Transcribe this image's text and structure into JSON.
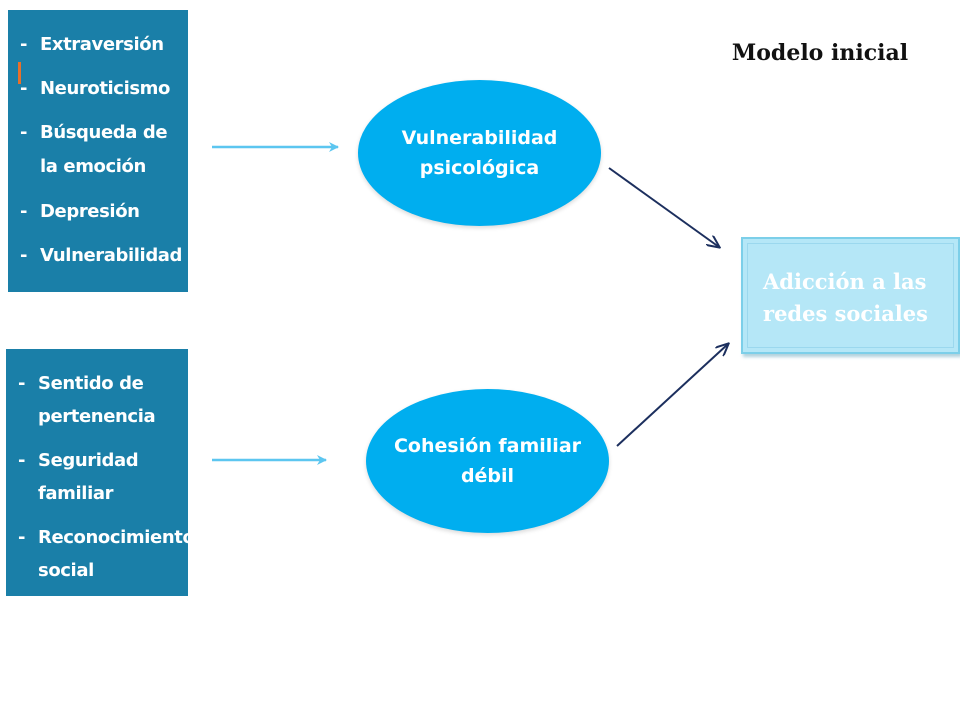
{
  "diagram": {
    "title": "Modelo inicial",
    "left_boxes": [
      {
        "items": [
          "Extraversión",
          "Neuroticismo",
          "Búsqueda de la emoción",
          "Depresión",
          "Vulnerabilidad"
        ]
      },
      {
        "items": [
          "Sentido de pertenencia",
          "Seguridad familiar",
          "Reconocimiento social"
        ]
      }
    ],
    "middle_nodes": [
      "Vulnerabilidad psicológica",
      "Cohesión familiar débil"
    ],
    "outcome": "Adicción a las redes sociales",
    "bullet_marker": "-",
    "colors": {
      "panel": "#1a7fa8",
      "oval": "#00aeef",
      "outcome_fill": "#b5e7f7",
      "left_arrow": "#5cc6f0",
      "right_arrow": "#1c2f5e"
    }
  }
}
